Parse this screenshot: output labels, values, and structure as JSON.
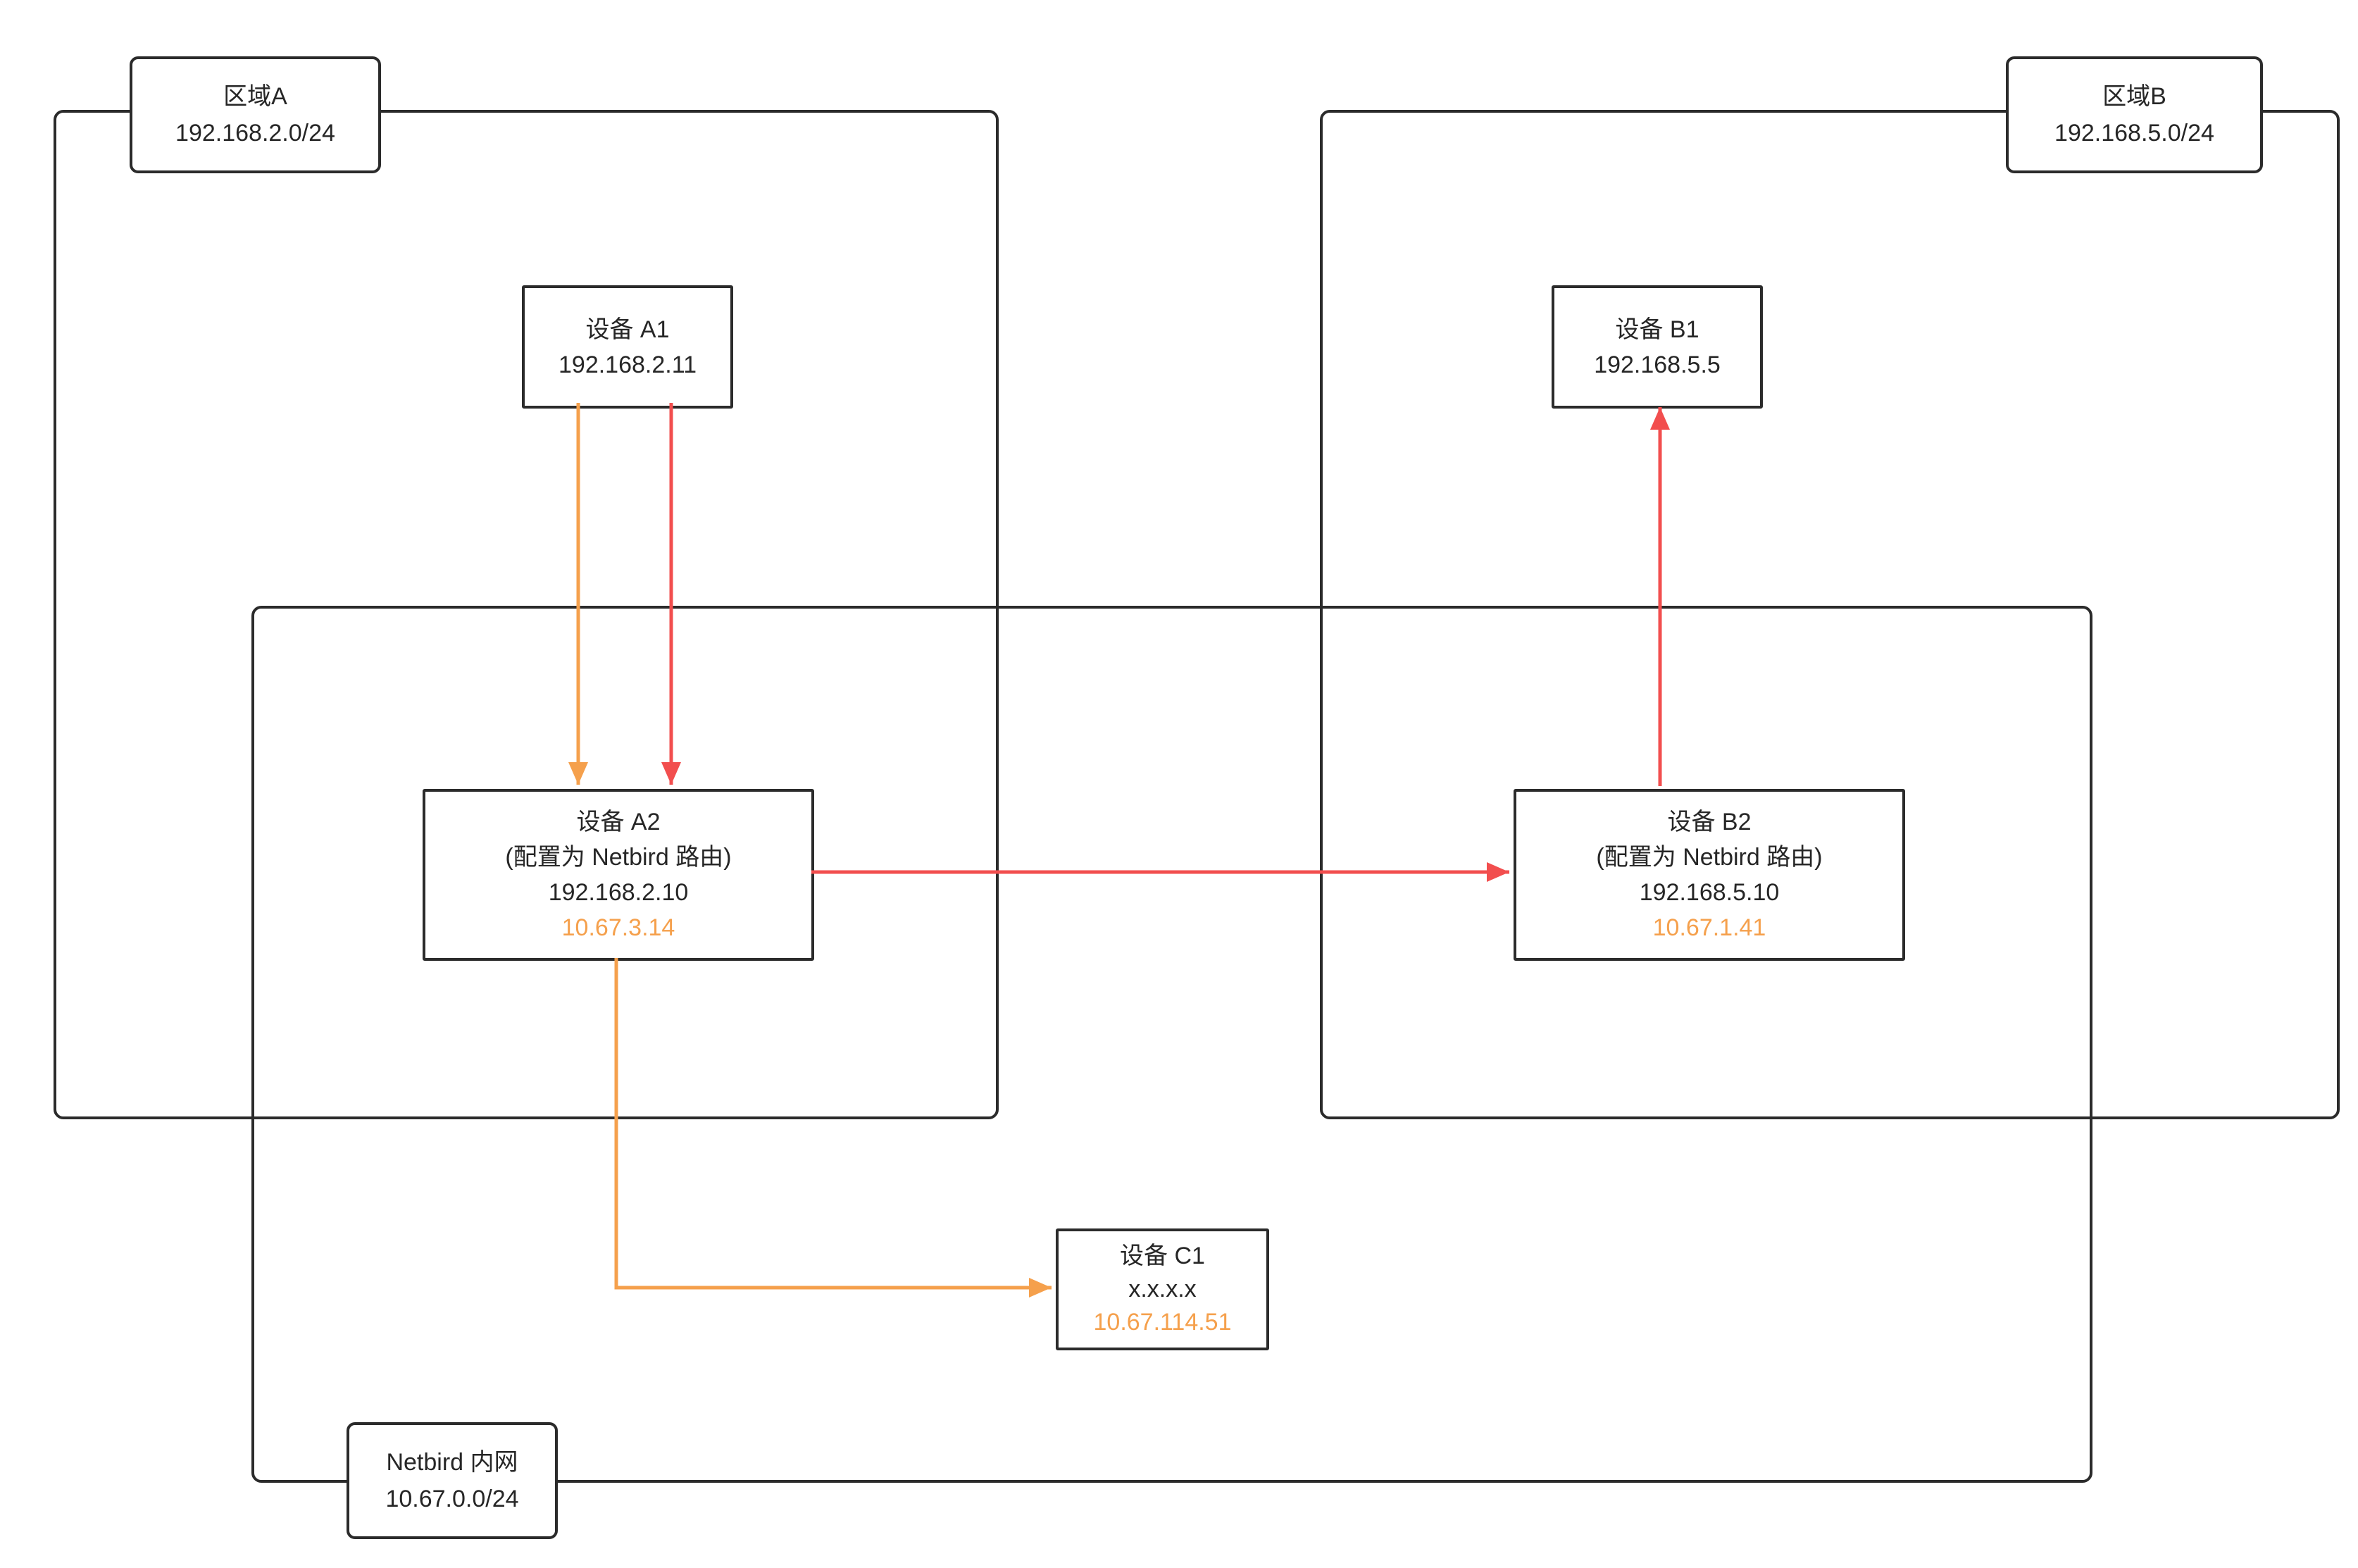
{
  "zones": {
    "zone_a": {
      "title": "区域A",
      "subnet": "192.168.2.0/24"
    },
    "zone_b": {
      "title": "区域B",
      "subnet": "192.168.5.0/24"
    },
    "netbird": {
      "title": "Netbird 内网",
      "subnet": "10.67.0.0/24"
    }
  },
  "nodes": {
    "a1": {
      "name": "设备 A1",
      "ip": "192.168.2.11"
    },
    "a2": {
      "name": "设备 A2",
      "role": "(配置为 Netbird 路由)",
      "ip": "192.168.2.10",
      "netbird_ip": "10.67.3.14"
    },
    "b1": {
      "name": "设备 B1",
      "ip": "192.168.5.5"
    },
    "b2": {
      "name": "设备 B2",
      "role": "(配置为 Netbird 路由)",
      "ip": "192.168.5.10",
      "netbird_ip": "10.67.1.41"
    },
    "c1": {
      "name": "设备 C1",
      "ip": "x.x.x.x",
      "netbird_ip": "10.67.114.51"
    }
  },
  "edges": [
    {
      "from": "a1",
      "to": "a2",
      "color": "orange"
    },
    {
      "from": "a1",
      "to": "a2",
      "color": "red"
    },
    {
      "from": "a2",
      "to": "b2",
      "color": "red"
    },
    {
      "from": "b2",
      "to": "b1",
      "color": "red"
    },
    {
      "from": "a2",
      "to": "c1",
      "color": "orange"
    }
  ],
  "colors": {
    "red_accent": "#f24e4e",
    "orange_accent": "#f5a04c",
    "border": "#2b2b2b"
  }
}
